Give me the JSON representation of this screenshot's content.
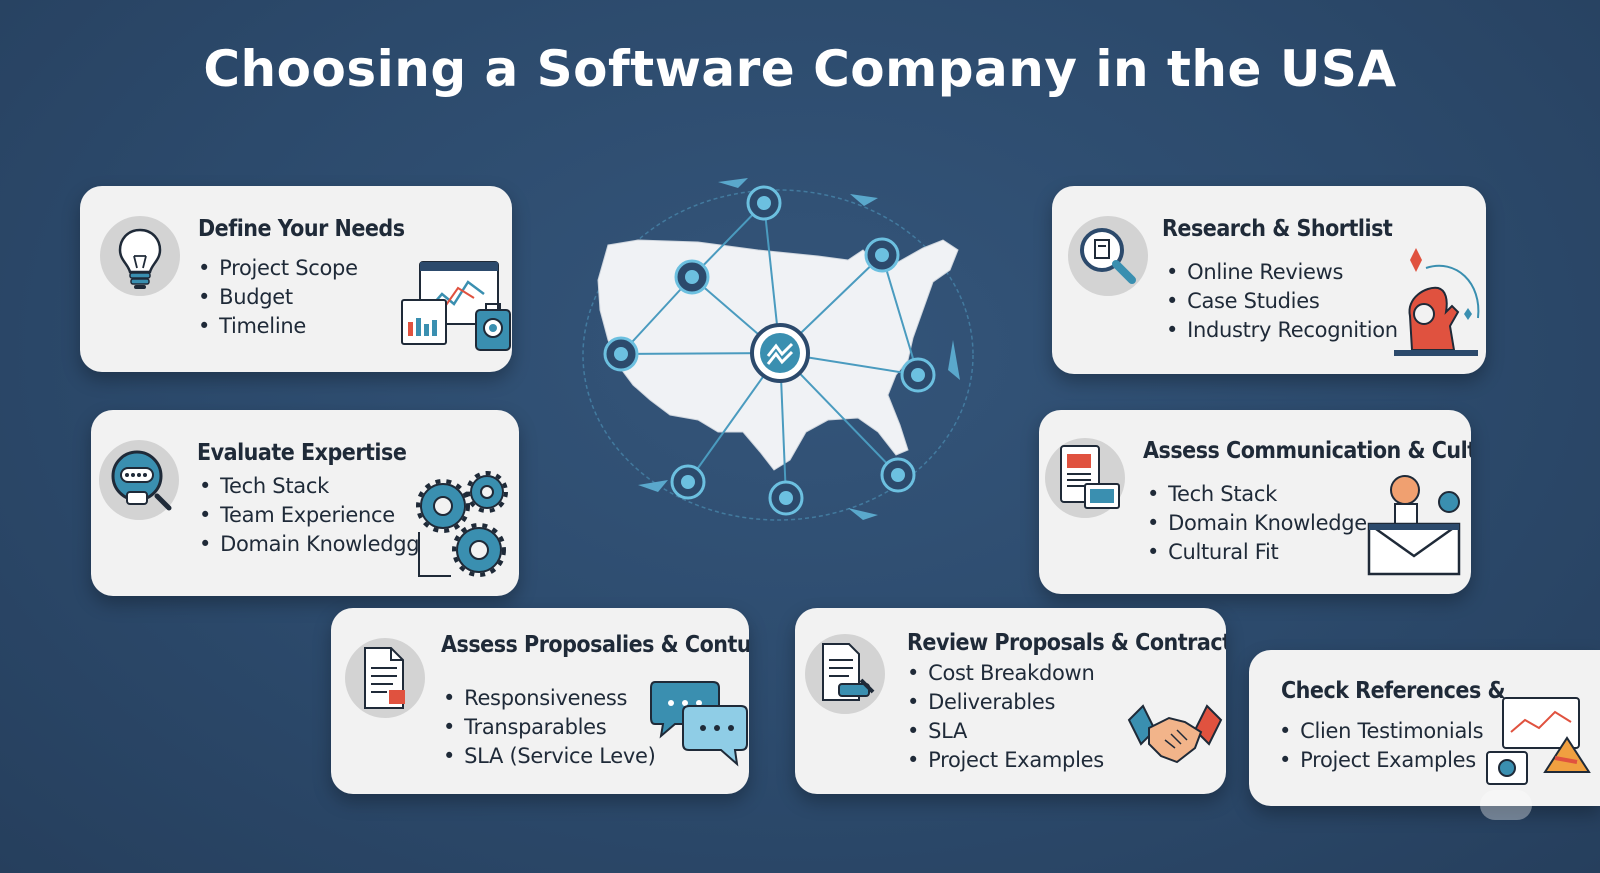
{
  "title": "Choosing a Software Company in the USA",
  "cards": {
    "define": {
      "title": "Define Your Needs",
      "items": [
        "Project Scope",
        "Budget",
        "Timeline"
      ]
    },
    "research": {
      "title": "Research & Shortlist",
      "items": [
        "Online Reviews",
        "Case Studies",
        "Industry Recognition"
      ]
    },
    "evaluate": {
      "title": "Evaluate Expertise",
      "items": [
        "Tech Stack",
        "Team Experience",
        "Domain Knowledgg"
      ]
    },
    "communication": {
      "title": "Assess Communication & Culture",
      "items": [
        "Tech Stack",
        "Domain Knowledge",
        "Cultural Fit"
      ]
    },
    "proposals": {
      "title": "Assess Proposalies & Conture",
      "items": [
        "Responsiveness",
        "Transparables",
        "SLA (Service Leve)"
      ]
    },
    "contracts": {
      "title": "Review Proposals & Contracts",
      "items": [
        "Cost Breakdown",
        "Deliverables",
        "SLA",
        "Project Examples"
      ]
    },
    "references": {
      "title": "Check References &",
      "items": [
        "Clien Testimonials",
        "Project Examples"
      ]
    }
  },
  "colors": {
    "background": "#2c4a6c",
    "card": "#f2f2f2",
    "accent_teal": "#3a8fb0",
    "accent_red": "#e0523f",
    "text_dark": "#1f2a38"
  },
  "icons": [
    "lightbulb-icon",
    "magnifier-icon",
    "meter-magnifier-icon",
    "document-icon",
    "contract-icon",
    "usa-map-network-icon",
    "gears-icon",
    "chat-bubbles-icon",
    "handshake-icon",
    "envelope-icon",
    "presentation-icon"
  ]
}
